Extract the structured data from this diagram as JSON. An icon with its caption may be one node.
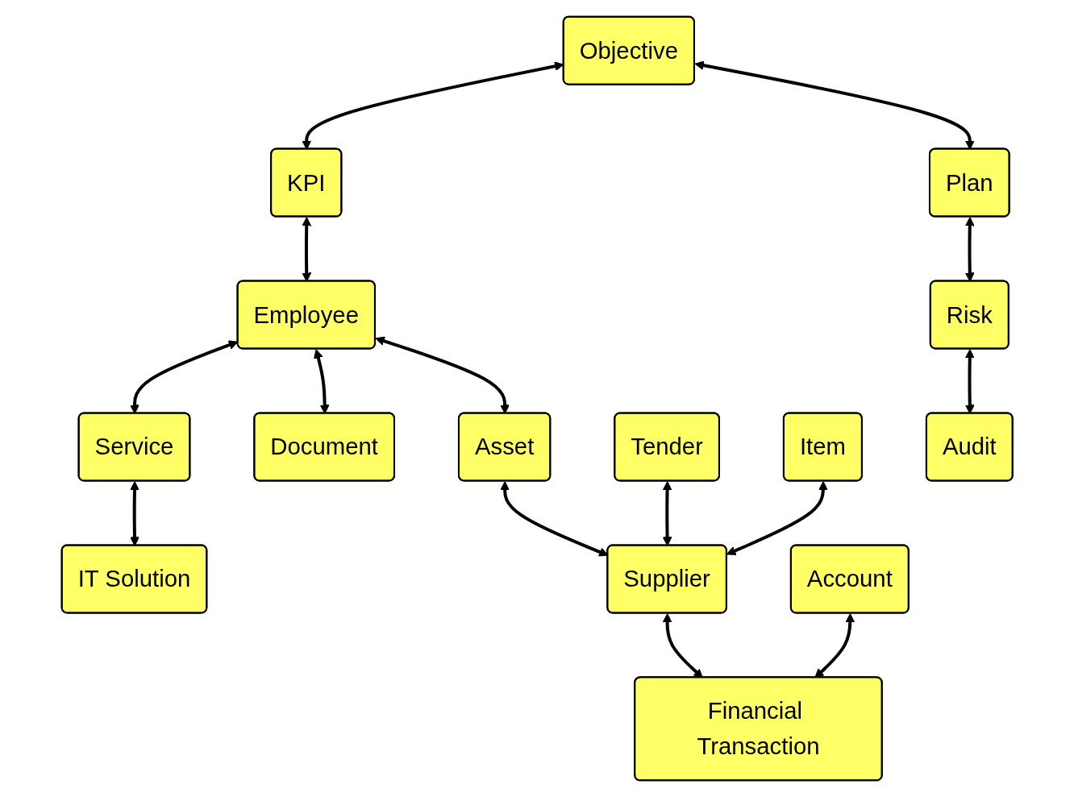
{
  "diagram": {
    "nodes": [
      {
        "text": [
          "Objective"
        ]
      },
      {
        "text": [
          "Plan"
        ]
      },
      {
        "text": [
          "Risk"
        ]
      },
      {
        "text": [
          "KPI"
        ]
      },
      {
        "text": [
          "Asset"
        ]
      },
      {
        "text": [
          "Audit"
        ]
      },
      {
        "text": [
          "Employee"
        ]
      },
      {
        "text": [
          "Document"
        ]
      },
      {
        "text": [
          "Tender"
        ]
      },
      {
        "text": [
          "Service"
        ]
      },
      {
        "text": [
          "Item"
        ]
      },
      {
        "text": [
          "Supplier"
        ]
      },
      {
        "text": [
          "IT Solution"
        ]
      },
      {
        "text": [
          "Account"
        ]
      },
      {
        "text": [
          "Financial Transaction"
        ]
      }
    ],
    "edges": [
      {
        "from": 0,
        "to": 1,
        "arrow": "both"
      },
      {
        "from": 1,
        "to": 2,
        "arrow": "both"
      },
      {
        "from": 0,
        "to": 3,
        "arrow": "both"
      },
      {
        "from": 2,
        "to": 5,
        "arrow": "both"
      },
      {
        "from": 3,
        "to": 6,
        "arrow": "both"
      },
      {
        "from": 6,
        "to": 4,
        "arrow": "both"
      },
      {
        "from": 6,
        "to": 7,
        "arrow": "both"
      },
      {
        "from": 4,
        "to": 11,
        "arrow": "both"
      },
      {
        "from": 8,
        "to": 11,
        "arrow": "both"
      },
      {
        "from": 6,
        "to": 9,
        "arrow": "both"
      },
      {
        "from": 10,
        "to": 11,
        "arrow": "both"
      },
      {
        "from": 9,
        "to": 12,
        "arrow": "both"
      },
      {
        "from": 11,
        "to": 14,
        "arrow": "both"
      },
      {
        "from": 13,
        "to": 14,
        "arrow": "both"
      }
    ]
  }
}
